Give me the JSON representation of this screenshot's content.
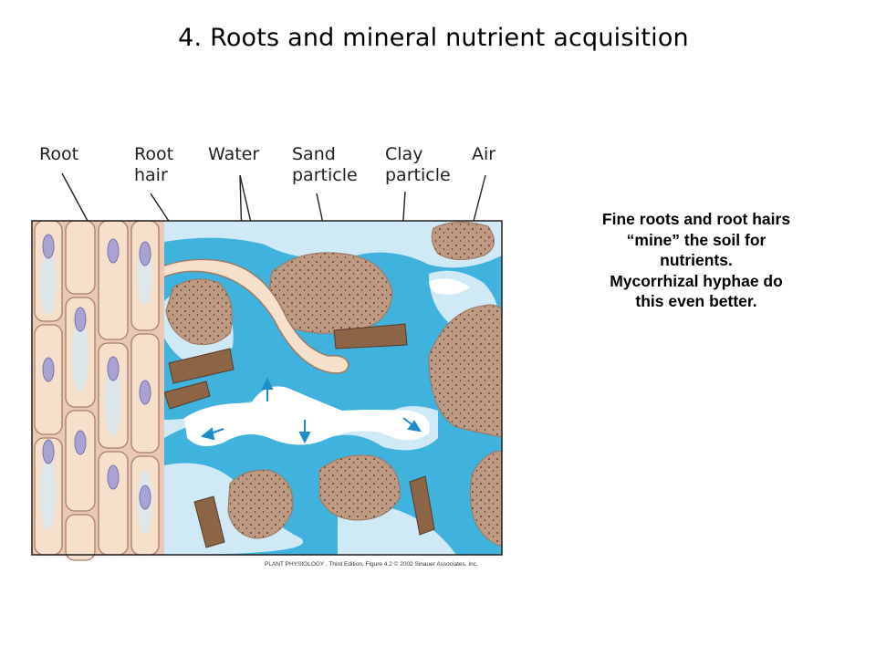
{
  "slide": {
    "title": "4. Roots and mineral nutrient acquisition"
  },
  "figure": {
    "labels": {
      "root": "Root",
      "root_hair_1": "Root",
      "root_hair_2": "hair",
      "water": "Water",
      "sand_1": "Sand",
      "sand_2": "particle",
      "clay_1": "Clay",
      "clay_2": "particle",
      "air": "Air"
    },
    "credit": "PLANT PHYSIOLOGY , Third Edition, Figure 4.2  © 2002 Sinauer Associates, Inc.",
    "colors": {
      "water_light": "#cfe9f6",
      "water_dark": "#3fb2de",
      "particle": "#bf9a82",
      "clay": "#8c6446",
      "root_cell": "#f6dfcb",
      "nucleus": "#a9a3d3"
    }
  },
  "caption": {
    "lines": [
      "Fine roots and root hairs",
      "“mine” the soil for",
      "nutrients.",
      "Mycorrhizal hyphae do",
      "this even better."
    ]
  }
}
